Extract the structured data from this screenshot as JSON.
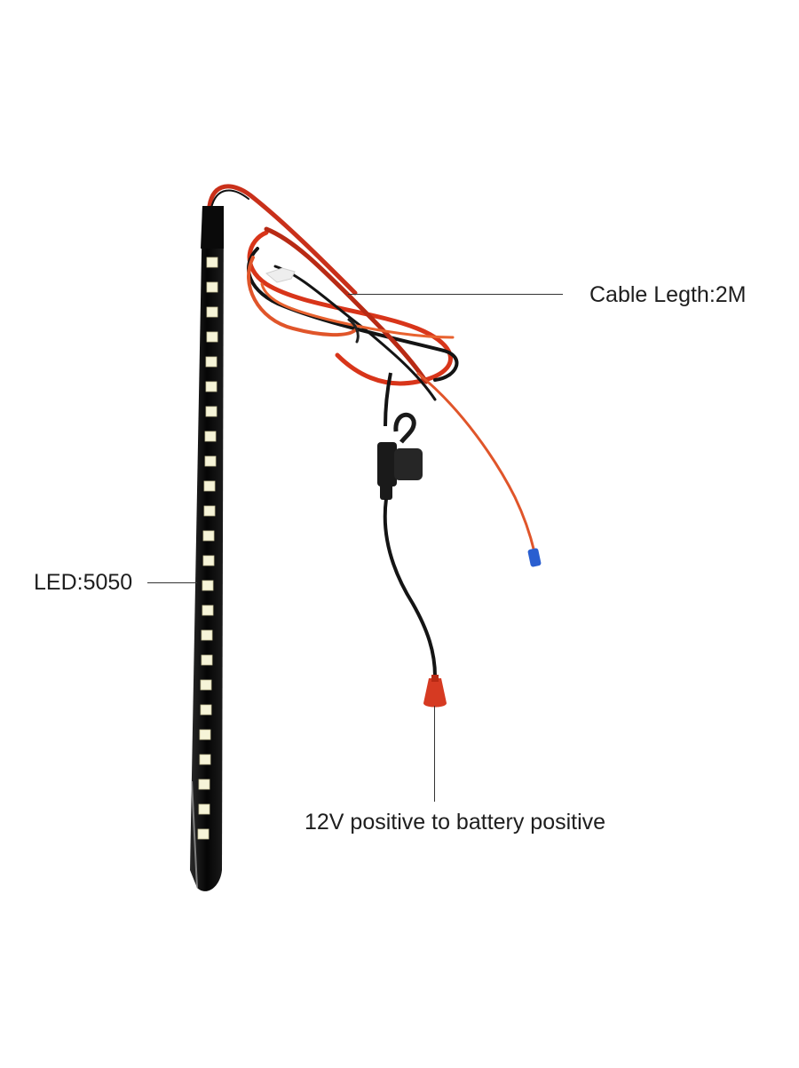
{
  "product": {
    "description": "LED strip light bar with inline fuse and wire terminals",
    "colors": {
      "strip_body": "#0d0d0d",
      "led_chip": "#f6f4d8",
      "wire_red": "#d8351a",
      "wire_black": "#141414",
      "terminal_red": "#d63a22",
      "terminal_blue": "#2a5fd0",
      "fuse_holder": "#1a1a1a"
    }
  },
  "annotations": {
    "cable_length": "Cable Legth:2M",
    "led_type": "LED:5050",
    "positive_lead": "12V positive to battery positive"
  }
}
